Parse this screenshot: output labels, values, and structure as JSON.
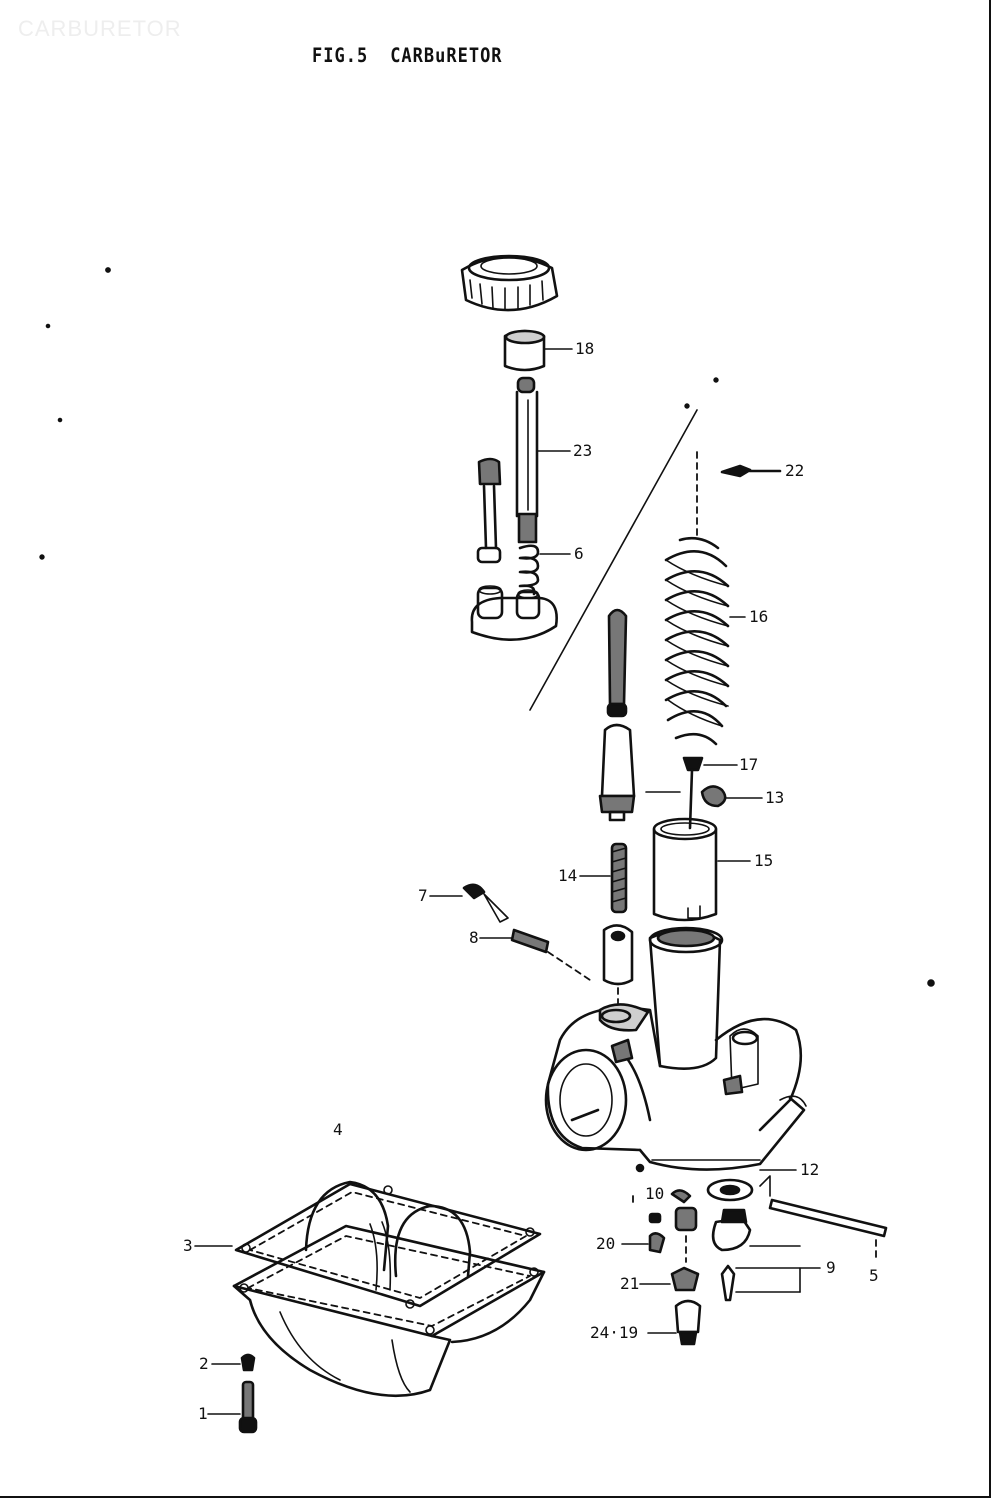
{
  "watermark": "CARBURETOR",
  "title": {
    "fig": "FIG.5",
    "name": "CARBuRETOR"
  },
  "callouts": [
    {
      "id": "callout-18",
      "text": "18"
    },
    {
      "id": "callout-23",
      "text": "23"
    },
    {
      "id": "callout-6",
      "text": "6"
    },
    {
      "id": "callout-22",
      "text": "22"
    },
    {
      "id": "callout-16",
      "text": "16"
    },
    {
      "id": "callout-17",
      "text": "17"
    },
    {
      "id": "callout-13",
      "text": "13"
    },
    {
      "id": "callout-15",
      "text": "15"
    },
    {
      "id": "callout-14",
      "text": "14"
    },
    {
      "id": "callout-7",
      "text": "7"
    },
    {
      "id": "callout-8",
      "text": "8"
    },
    {
      "id": "callout-4",
      "text": "4"
    },
    {
      "id": "callout-12",
      "text": "12"
    },
    {
      "id": "callout-10",
      "text": "10"
    },
    {
      "id": "callout-3",
      "text": "3"
    },
    {
      "id": "callout-20",
      "text": "20"
    },
    {
      "id": "callout-5",
      "text": "5"
    },
    {
      "id": "callout-9",
      "text": "9"
    },
    {
      "id": "callout-21",
      "text": "21"
    },
    {
      "id": "callout-24-19",
      "text": "24·19"
    },
    {
      "id": "callout-2",
      "text": "2"
    },
    {
      "id": "callout-1",
      "text": "1"
    }
  ]
}
